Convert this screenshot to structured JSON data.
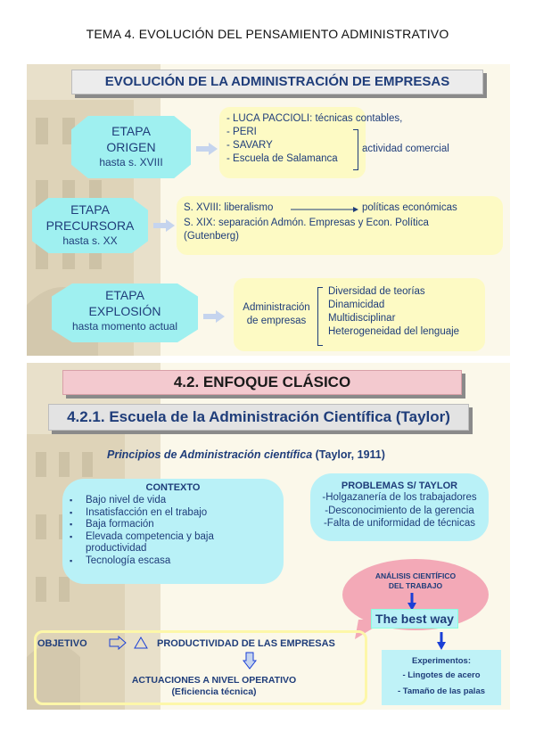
{
  "page_title": "TEMA 4. EVOLUCIÓN DEL PENSAMIENTO ADMINISTRATIVO",
  "slide1": {
    "banner": "EVOLUCIÓN  DE LA ADMINISTRACIÓN DE EMPRESAS",
    "origen": {
      "title_1": "ETAPA",
      "title_2": "ORIGEN",
      "sub": "hasta s. XVIII",
      "items": [
        "- LUCA PACCIOLI: técnicas contables,",
        "- PERI",
        "- SAVARY",
        "- Escuela de Salamanca"
      ],
      "bracket_label": "actividad comercial"
    },
    "precursora": {
      "title_1": "ETAPA",
      "title_2": "PRECURSORA",
      "sub": "hasta s. XX",
      "line1_left": "S. XVIII: liberalismo",
      "line1_right": "políticas económicas",
      "line2": "S. XIX: separación Admón. Empresas y Econ. Política",
      "line3": "(Gutenberg)"
    },
    "explosion": {
      "title_1": "ETAPA",
      "title_2": "EXPLOSIÓN",
      "sub": "hasta momento actual",
      "left_1": "Administración",
      "left_2": "de empresas",
      "items": [
        "Diversidad de teorías",
        "Dinamicidad",
        "Multidisciplinar",
        "Heterogeneidad del lenguaje"
      ]
    }
  },
  "slide2": {
    "banner": "4.2. ENFOQUE CLÁSICO",
    "subbanner": "4.2.1. Escuela de la Administración Científica (Taylor)",
    "principles_italic": "Principios de Administración científica",
    "principles_normal": " (Taylor, 1911)",
    "contexto": {
      "title": "CONTEXTO",
      "items": [
        "Bajo nivel de vida",
        "Insatisfacción en el trabajo",
        "Baja formación",
        "Elevada competencia y baja productividad",
        "Tecnología escasa"
      ]
    },
    "problemas": {
      "title": "PROBLEMAS S/ TAYLOR",
      "items": [
        "-Holgazanería de los trabajadores",
        "-Desconocimiento de la gerencia",
        "-Falta de uniformidad de técnicas"
      ]
    },
    "analisis_1": "ANÁLISIS CIENTÍFICO",
    "analisis_2": "DEL TRABAJO",
    "best_way": "The best way",
    "objetivo_label": "OBJETIVO",
    "objetivo_text": "PRODUCTIVIDAD DE LAS EMPRESAS",
    "actuaciones_1": "ACTUACIONES A NIVEL OPERATIVO",
    "actuaciones_2": "(Eficiencia técnica)",
    "experimentos": {
      "title": "Experimentos:",
      "items": [
        "- Lingotes de acero",
        "- Tamaño de las palas"
      ]
    }
  },
  "colors": {
    "accent_navy": "#1f3d7a",
    "cyan": "#9ff0f0",
    "light_yellow": "#fdfac4",
    "pink": "#f3a9b7",
    "blue_arrow": "#1a3fd6"
  }
}
